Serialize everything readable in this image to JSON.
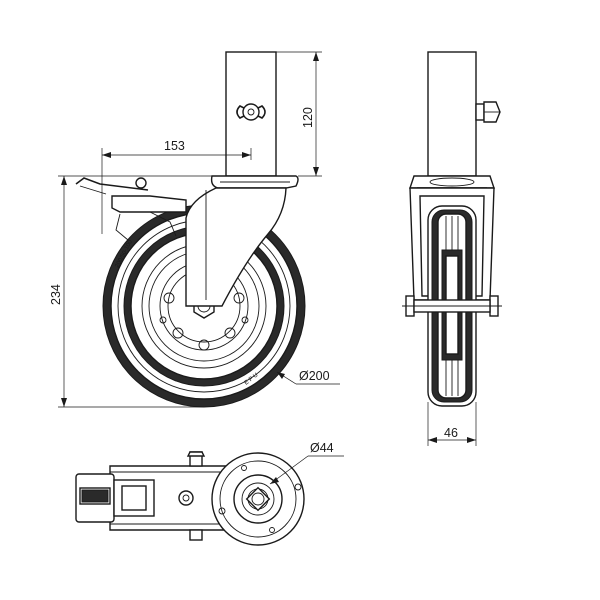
{
  "dimensions": {
    "stem_height": "120",
    "offset_width": "153",
    "total_height": "234",
    "wheel_diameter": "Ø200",
    "wheel_width": "46",
    "stem_diameter": "Ø44"
  },
  "wheel_marking": "200/50-100"
}
